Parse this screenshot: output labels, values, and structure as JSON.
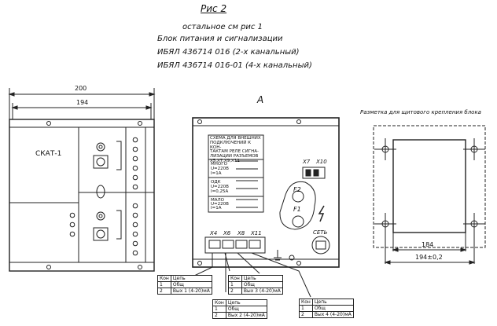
{
  "header": {
    "fig_title": "Рис 2",
    "line1": "остальное см рис 1",
    "line2": "Блок питания и сигнализации",
    "line3": "ИБЯЛ 436714 016 (2-х канальный)",
    "line4": "ИБЯЛ 436714 016-01 (4-х канальный)"
  },
  "front_view": {
    "dim_outer": "200",
    "dim_inner": "194",
    "device_label": "СКАТ-1"
  },
  "rear_view": {
    "label": "А",
    "schema_text": [
      "СХЕМА ДЛЯ ВНЕШНИХ",
      "ПОДКЛЮЧЕНИЙ К КОН-",
      "ТАКТАМ РЕЛЕ СИГНА-",
      "ЛИЗАЦИИ РАЗЪЕМОВ",
      "X5,X7,X9,X11"
    ],
    "relay_blocks": [
      {
        "name": "МНОГО",
        "v": "U=220В",
        "i": "I=1А"
      },
      {
        "name": "ОДК",
        "v": "U=220В",
        "i": "I=0,25А"
      },
      {
        "name": "МАЛО",
        "v": "U=220В",
        "i": "I=1А"
      }
    ],
    "connectors_top": [
      "X7",
      "X10"
    ],
    "fuses": [
      "F2",
      "F1"
    ],
    "power_label": "СЕТЬ",
    "connectors_bottom": [
      "X4",
      "X6",
      "X8",
      "X11"
    ]
  },
  "mounting": {
    "title": "Разметка для щитового крепления блока",
    "dim_inner": "184",
    "dim_outer": "194±0,2"
  },
  "tables": [
    {
      "headers": [
        "Кон",
        "Цепь"
      ],
      "rows": [
        [
          "1",
          "Общ"
        ],
        [
          "2",
          "Вых 1  (4-20)мА"
        ]
      ]
    },
    {
      "headers": [
        "Кон",
        "Цепь"
      ],
      "rows": [
        [
          "1",
          "Общ"
        ],
        [
          "2",
          "Вых 3  (4-20)мА"
        ]
      ]
    },
    {
      "headers": [
        "Кон",
        "Цепь"
      ],
      "rows": [
        [
          "1",
          "Общ"
        ],
        [
          "2",
          "Вых 2  (4-20)мА"
        ]
      ]
    },
    {
      "headers": [
        "Кон",
        "Цепь"
      ],
      "rows": [
        [
          "1",
          "Общ"
        ],
        [
          "2",
          "Вых 4  (4-20)мА"
        ]
      ]
    }
  ]
}
